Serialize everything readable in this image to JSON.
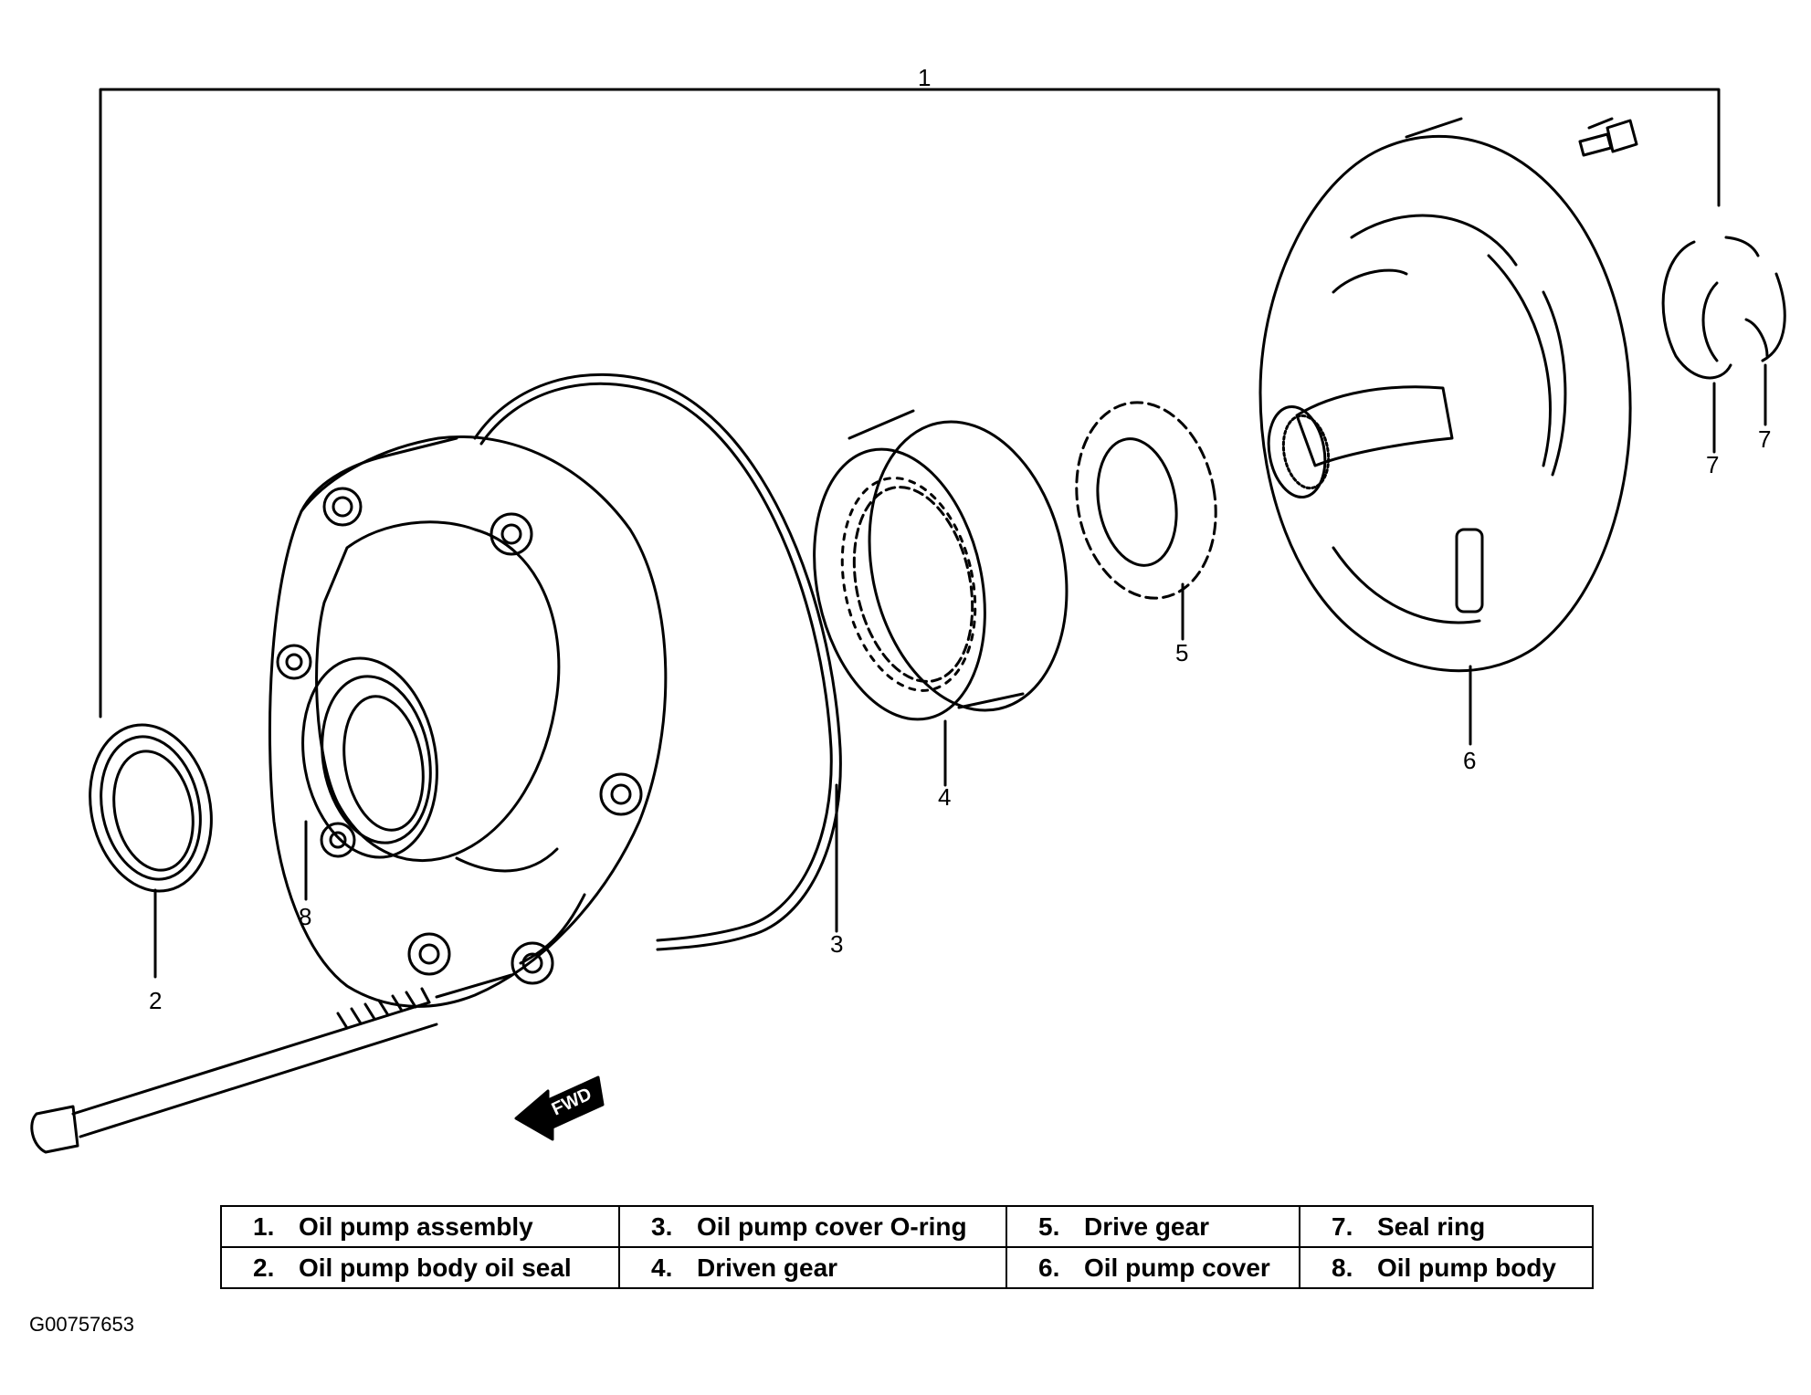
{
  "diagram": {
    "callouts": {
      "c1": "1",
      "c2": "2",
      "c3": "3",
      "c4": "4",
      "c5": "5",
      "c6": "6",
      "c7a": "7",
      "c7b": "7",
      "c8": "8"
    },
    "forward_marker": "FWD"
  },
  "legend": {
    "rows": [
      [
        {
          "num": "1.",
          "name": "Oil pump assembly"
        },
        {
          "num": "3.",
          "name": "Oil pump cover O-ring"
        },
        {
          "num": "5.",
          "name": "Drive gear"
        },
        {
          "num": "7.",
          "name": "Seal ring"
        }
      ],
      [
        {
          "num": "2.",
          "name": "Oil pump body oil seal"
        },
        {
          "num": "4.",
          "name": "Driven gear"
        },
        {
          "num": "6.",
          "name": "Oil pump cover"
        },
        {
          "num": "8.",
          "name": "Oil pump body"
        }
      ]
    ]
  },
  "figure_id": "G00757653"
}
